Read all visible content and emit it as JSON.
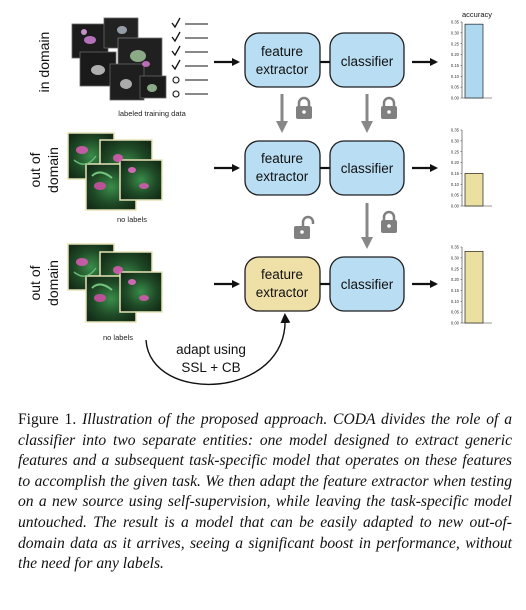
{
  "rows": [
    {
      "id": "row1",
      "label": "in domain",
      "image_caption": "labeled training data",
      "extractor_label": [
        "feature",
        "extractor"
      ],
      "classifier_label": "classifier",
      "extractor_state": "trained",
      "labels_marks": [
        "check",
        "check",
        "check",
        "check",
        "circle",
        "circle"
      ]
    },
    {
      "id": "row2",
      "label": [
        "out of",
        "domain"
      ],
      "image_caption": "no labels",
      "extractor_label": [
        "feature",
        "extractor"
      ],
      "classifier_label": "classifier",
      "extractor_state": "frozen"
    },
    {
      "id": "row3",
      "label": [
        "out of",
        "domain"
      ],
      "image_caption": "no labels",
      "extractor_label": [
        "feature",
        "extractor"
      ],
      "classifier_label": "classifier",
      "extractor_state": "adapted"
    }
  ],
  "lock_icons": {
    "between_row1_row2": [
      "lock-closed",
      "lock-closed"
    ],
    "between_row2_row3": [
      "lock-open",
      "lock-closed"
    ]
  },
  "adapt_arrow_label": [
    "adapt using",
    "SSL + CB"
  ],
  "colors": {
    "block_blue": "#b9def4",
    "block_tan": "#efe0a8",
    "bar_blue": "#aed8f0",
    "bar_tan": "#ece0a0",
    "arrow_gray": "#888888",
    "lock_gray": "#808080"
  },
  "chart_data": [
    {
      "type": "bar",
      "title": "accuracy",
      "categories": [
        ""
      ],
      "values": [
        0.34
      ],
      "ylim": [
        0,
        0.35
      ],
      "yticks": [
        "0.00",
        "0.05",
        "0.10",
        "0.15",
        "0.20",
        "0.25",
        "0.30",
        "0.35"
      ],
      "color": "#aed8f0"
    },
    {
      "type": "bar",
      "title": "",
      "categories": [
        ""
      ],
      "values": [
        0.15
      ],
      "ylim": [
        0,
        0.35
      ],
      "yticks": [
        "0.00",
        "0.05",
        "0.10",
        "0.15",
        "0.20",
        "0.25",
        "0.30",
        "0.35"
      ],
      "color": "#ece0a0"
    },
    {
      "type": "bar",
      "title": "",
      "categories": [
        ""
      ],
      "values": [
        0.33
      ],
      "ylim": [
        0,
        0.35
      ],
      "yticks": [
        "0.00",
        "0.05",
        "0.10",
        "0.15",
        "0.20",
        "0.25",
        "0.30",
        "0.35"
      ],
      "color": "#ece0a0"
    }
  ],
  "caption": {
    "lead": "Figure 1.",
    "body": "Illustration of the proposed approach. CODA divides the role of a classifier into two separate entities: one model designed to extract generic features and a subsequent task-specific model that operates on these features to accomplish the given task. We then adapt the feature extractor when testing on a new source using self-supervision, while leaving the task-specific model untouched. The result is a model that can be easily adapted to new out-of-domain data as it arrives, seeing a significant boost in performance, without the need for any labels."
  }
}
